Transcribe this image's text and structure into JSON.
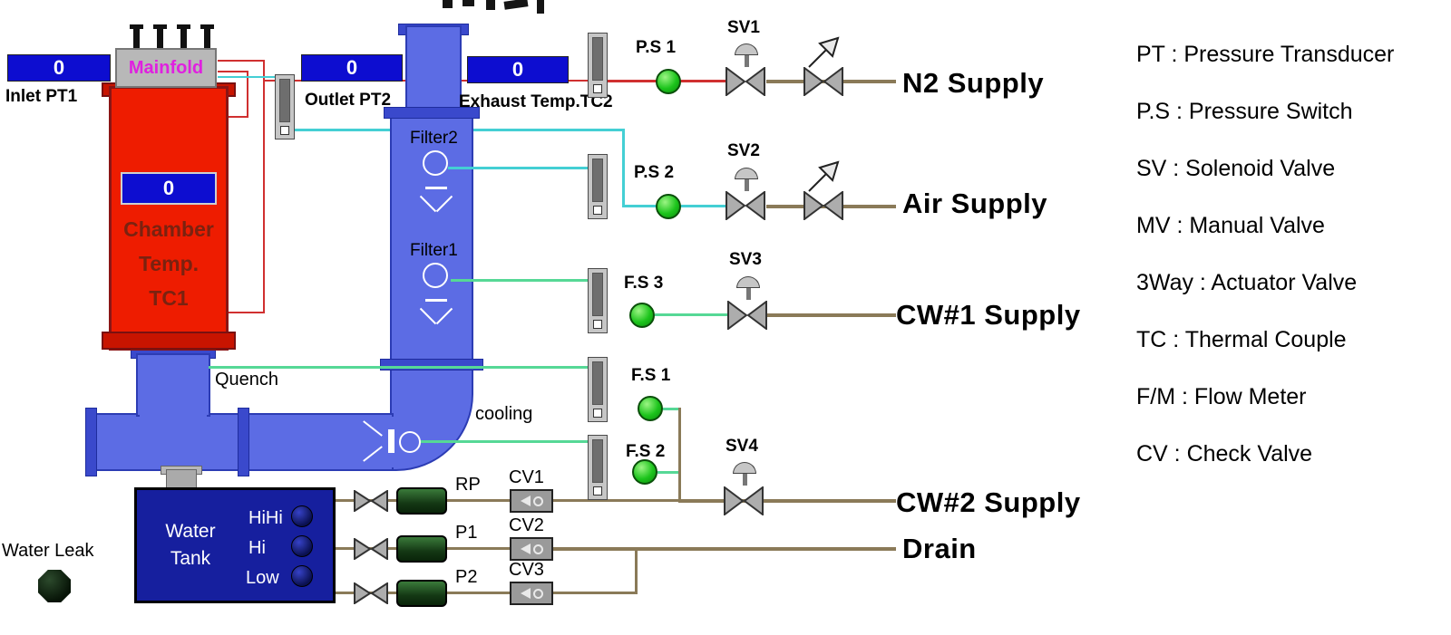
{
  "displays": {
    "inlet_pt1": {
      "value": "0",
      "label": "Inlet PT1"
    },
    "outlet_pt2": {
      "value": "0",
      "label": "Outlet PT2"
    },
    "exhaust_tc2": {
      "value": "0",
      "label": "Exhaust Temp.TC2"
    },
    "chamber_tc1": {
      "value": "0",
      "label": "Chamber\nTemp.\nTC1"
    }
  },
  "chamber": {
    "manifold": "Mainfold"
  },
  "filters": {
    "filter2": "Filter2",
    "filter1": "Filter1"
  },
  "annotations": {
    "quench": "Quench",
    "cooling": "cooling"
  },
  "sensors": {
    "ps1": "P.S 1",
    "ps2": "P.S 2",
    "fs3": "F.S 3",
    "fs1": "F.S 1",
    "fs2": "F.S 2"
  },
  "valves": {
    "sv1": "SV1",
    "sv2": "SV2",
    "sv3": "SV3",
    "sv4": "SV4"
  },
  "supplies": {
    "n2": "N2 Supply",
    "air": "Air Supply",
    "cw1": "CW#1 Supply",
    "cw2": "CW#2 Supply",
    "drain": "Drain"
  },
  "tank": {
    "name": "Water\nTank",
    "levels": [
      "HiHi",
      "Hi",
      "Low"
    ],
    "leak_label": "Water Leak"
  },
  "pumps": {
    "rp": "RP",
    "p1": "P1",
    "p2": "P2"
  },
  "check_valves": {
    "cv1": "CV1",
    "cv2": "CV2",
    "cv3": "CV3"
  },
  "legend": {
    "items": [
      "PT : Pressure Transducer",
      "P.S : Pressure Switch",
      "SV : Solenoid Valve",
      "MV : Manual Valve",
      "3Way : Actuator Valve",
      "TC : Thermal Couple",
      "F/M : Flow Meter",
      "CV : Check Valve"
    ]
  },
  "colors": {
    "display_blue": "#0d0dd0",
    "chamber_red": "#ee1c00",
    "pipe_blue": "#5c6ce4",
    "tank_navy": "#161f9e",
    "indicator_green": "#1cc41c",
    "line_red": "#d03030",
    "line_cyan": "#44cfd4",
    "line_green": "#56d896",
    "line_brown": "#8a7a58"
  }
}
